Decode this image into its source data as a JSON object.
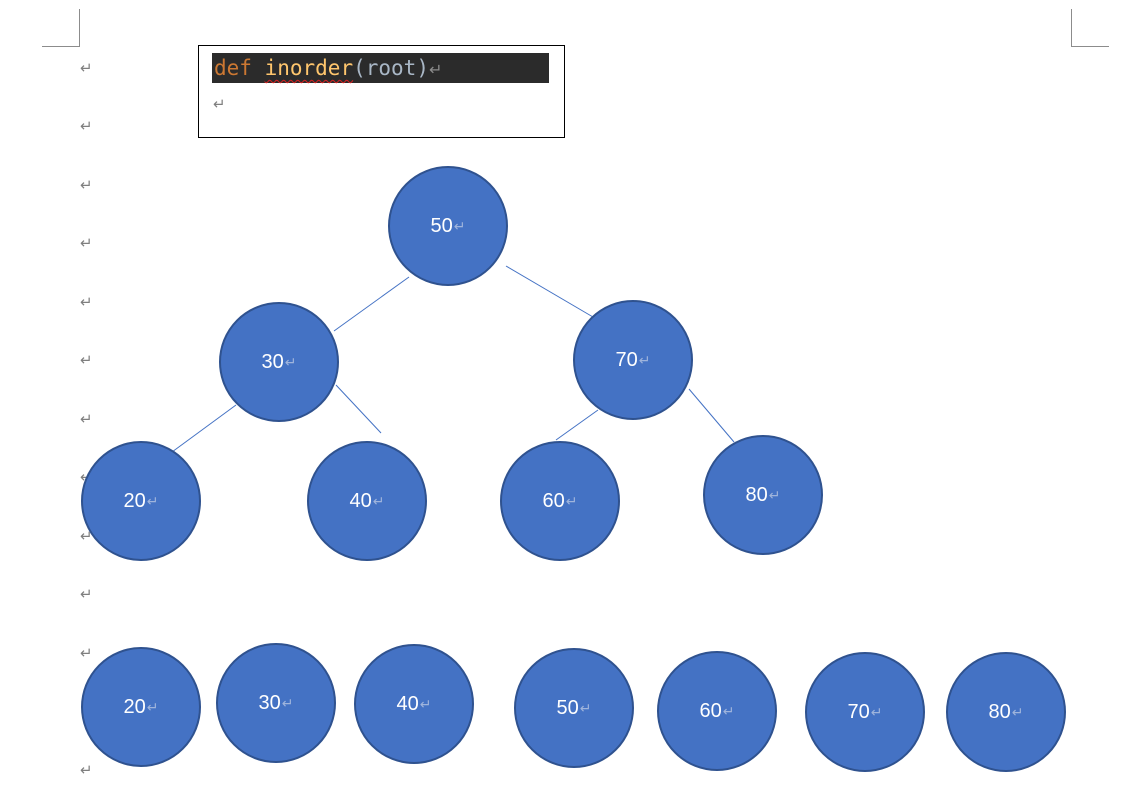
{
  "code": {
    "keyword": "def",
    "function_name": "inorder",
    "args": "(root)",
    "para_mark": "↵"
  },
  "tree": {
    "root": "50",
    "level1": [
      "30",
      "70"
    ],
    "level2": [
      "20",
      "40",
      "60",
      "80"
    ]
  },
  "traversal": [
    "20",
    "30",
    "40",
    "50",
    "60",
    "70",
    "80"
  ],
  "colors": {
    "node_fill": "#4472c4",
    "node_border": "#2f528f",
    "edge": "#4472c4"
  }
}
